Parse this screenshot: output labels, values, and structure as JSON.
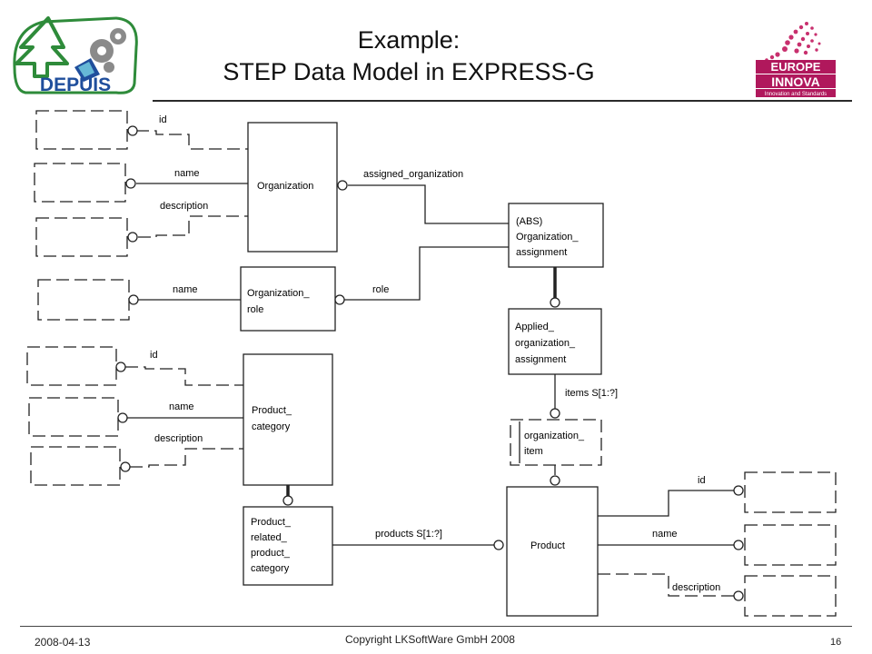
{
  "slide": {
    "title_line1": "Example:",
    "title_line2": "STEP Data Model in EXPRESS-G",
    "date": "2008-04-13",
    "copyright": "Copyright LKSoftWare GmbH 2008",
    "page_number": "16"
  },
  "logos": {
    "left_text": "DEPUIS",
    "right_text_line1": "EUROPE",
    "right_text_line2": "INNOVA",
    "right_tagline": "Innovation and Standards"
  },
  "entities": {
    "organization": "Organization",
    "organization_role_l1": "Organization_",
    "organization_role_l2": "role",
    "abs_l1": "(ABS)",
    "abs_l2": "Organization_",
    "abs_l3": "assignment",
    "applied_l1": "Applied_",
    "applied_l2": "organization_",
    "applied_l3": "assignment",
    "org_item_l1": "organization_",
    "org_item_l2": "item",
    "product_category_l1": "Product_",
    "product_category_l2": "category",
    "prpc_l1": "Product_",
    "prpc_l2": "related_",
    "prpc_l3": "product_",
    "prpc_l4": "category",
    "product": "Product"
  },
  "attributes": {
    "org_id": "id",
    "org_name": "name",
    "org_description": "description",
    "assigned_organization": "assigned_organization",
    "role_name": "name",
    "role": "role",
    "items": "items  S[1:?]",
    "pc_id": "id",
    "pc_name": "name",
    "pc_description": "description",
    "products": "products  S[1:?]",
    "product_id": "id",
    "product_name": "name",
    "product_description": "description"
  },
  "colors": {
    "rule": "#2a2a2a",
    "logo_green": "#2e8b3a",
    "logo_blue": "#1f4e9c",
    "logo_magenta": "#b0185c"
  }
}
